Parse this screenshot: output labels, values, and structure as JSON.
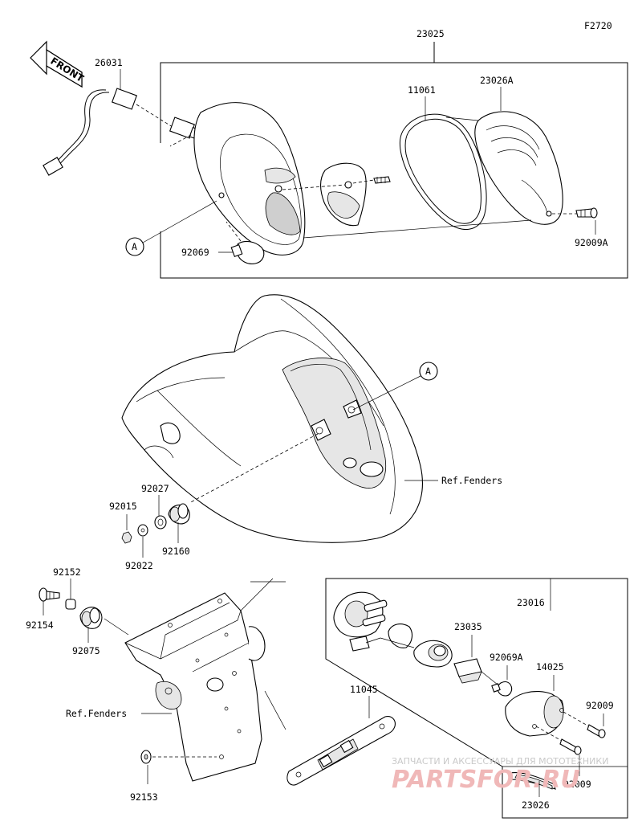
{
  "figure_code": "F2720",
  "front_arrow_text": "FRONT",
  "callouts": {
    "p23025": "23025",
    "p26031": "26031",
    "p11061": "11061",
    "p23026A": "23026A",
    "p92009A": "92009A",
    "p92069": "92069",
    "refA_top": "A",
    "refA_mid": "A",
    "ref_fenders_mid": "Ref.Fenders",
    "p92027": "92027",
    "p92015": "92015",
    "p92022": "92022",
    "p92160": "92160",
    "p92152": "92152",
    "p92154": "92154",
    "p92075": "92075",
    "ref_fenders_low": "Ref.Fenders",
    "p11045": "11045",
    "p92153": "92153",
    "p23016": "23016",
    "p23035": "23035",
    "p92069A": "92069A",
    "p14025": "14025",
    "p92009_a": "92009",
    "p92009_b": "92009",
    "p23026": "23026"
  },
  "watermark": {
    "line1": "ЗАПЧАСТИ И АКСЕССУАРЫ ДЛЯ МОТОТЕХНИКИ",
    "line2": "PARTSFOR.RU"
  }
}
